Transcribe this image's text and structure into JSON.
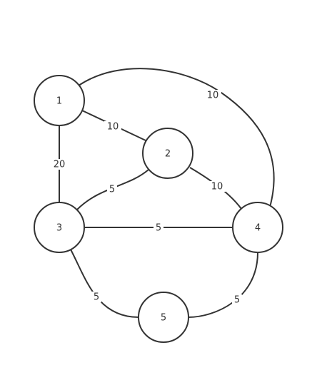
{
  "colors": {
    "stroke": "#333333",
    "background": "#ffffff"
  },
  "nodes": [
    {
      "id": "1",
      "label": "1"
    },
    {
      "id": "2",
      "label": "2"
    },
    {
      "id": "3",
      "label": "3"
    },
    {
      "id": "4",
      "label": "4"
    },
    {
      "id": "5",
      "label": "5"
    }
  ],
  "edges": [
    {
      "from": "1",
      "to": "2",
      "weight": "10"
    },
    {
      "from": "1",
      "to": "3",
      "weight": "20"
    },
    {
      "from": "1",
      "to": "4",
      "weight": "10"
    },
    {
      "from": "2",
      "to": "3",
      "weight": "5"
    },
    {
      "from": "2",
      "to": "4",
      "weight": "10"
    },
    {
      "from": "3",
      "to": "4",
      "weight": "5"
    },
    {
      "from": "3",
      "to": "5",
      "weight": "5"
    },
    {
      "from": "4",
      "to": "5",
      "weight": "5"
    }
  ]
}
